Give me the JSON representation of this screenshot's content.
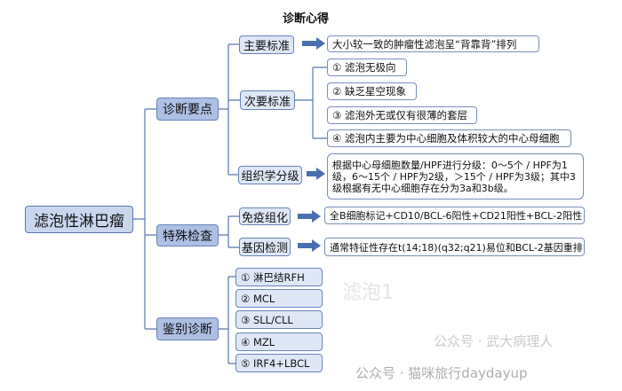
{
  "title": "诊断心得",
  "root": "滤泡性淋巴瘤",
  "branches": {
    "diagnosis": {
      "label": "诊断要点",
      "major": {
        "label": "主要标准",
        "text": "大小较一致的肿瘤性滤泡呈“背靠背”排列"
      },
      "minor": {
        "label": "次要标准",
        "items": [
          "① 滤泡无极向",
          "② 缺乏星空现象",
          "③ 滤泡外无或仅有很薄的套层",
          "④ 滤泡内主要为中心细胞及体积较大的中心母细胞"
        ]
      },
      "grading": {
        "label": "组织学分级",
        "text": "根据中心母细胞数量/HPF进行分级：0～5个 / HPF为1级，6～15个 / HPF为2级，＞15个 / HPF为3级；其中3级根据有无中心细胞存在分为3a和3b级。"
      }
    },
    "special": {
      "label": "特殊检查",
      "ihc": {
        "label": "免疫组化",
        "text": "全B细胞标记+CD10/BCL-6阳性+CD21阳性+BCL-2阳性"
      },
      "gene": {
        "label": "基因检测",
        "text": "通常特征性存在t(14;18)(q32;q21)易位和BCL-2基因重排"
      }
    },
    "differential": {
      "label": "鉴别诊断",
      "items": [
        "① 淋巴结RFH",
        "② MCL",
        "③ SLL/CLL",
        "④ MZL",
        "⑤ IRF4+LBCL"
      ]
    }
  },
  "watermarks": [
    "公众号 · 武大病理人",
    "公众号 · 猫咪旅行daydayup",
    "滤泡1"
  ]
}
